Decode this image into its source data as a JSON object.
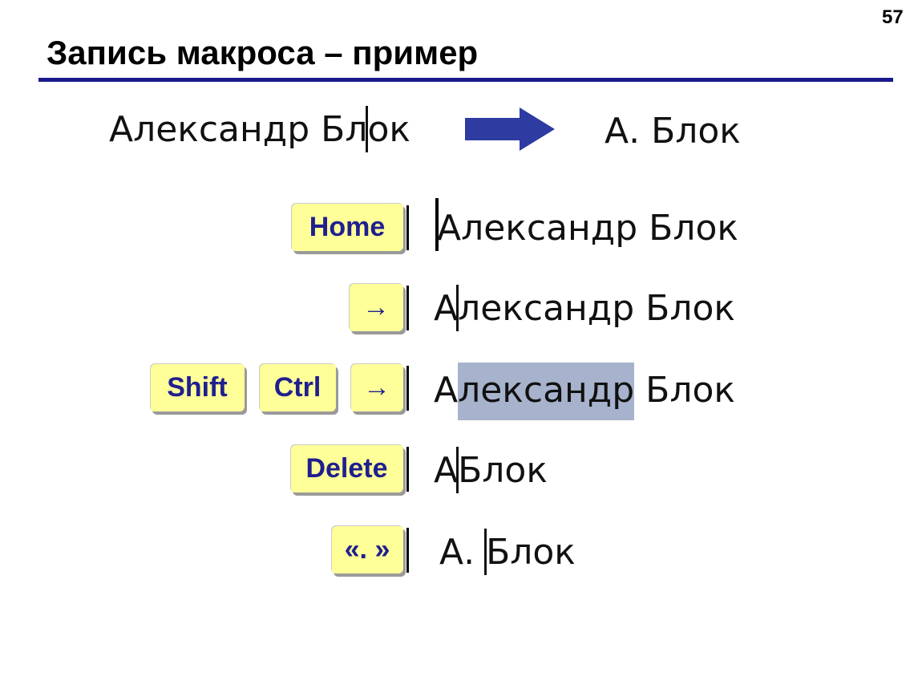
{
  "slide_number": "57",
  "title": "Запись макроса – пример",
  "example": {
    "source_before": "Александр Бл",
    "source_after": "ок",
    "result": "А. Блок"
  },
  "steps": [
    {
      "keys": [
        "Home"
      ],
      "text_before": "",
      "text_after": "Александр Блок"
    },
    {
      "keys": [
        "→"
      ],
      "text_before": "А",
      "text_after": "лександр Блок"
    },
    {
      "keys": [
        "Shift",
        "Ctrl",
        "→"
      ],
      "text_before": "А",
      "selected": "лександр",
      "text_after": " Блок"
    },
    {
      "keys": [
        "Delete"
      ],
      "text_before": "А",
      "text_after": "Блок"
    },
    {
      "keys": [
        "«. »"
      ],
      "text_before": "А. ",
      "text_after": "Блок"
    }
  ],
  "colors": {
    "arrow": "#2e3ba0",
    "key_fill": "#ffff99",
    "key_text": "#1f1f8f",
    "selection": "#a7b3cc",
    "rule": "#1a1a8c"
  }
}
